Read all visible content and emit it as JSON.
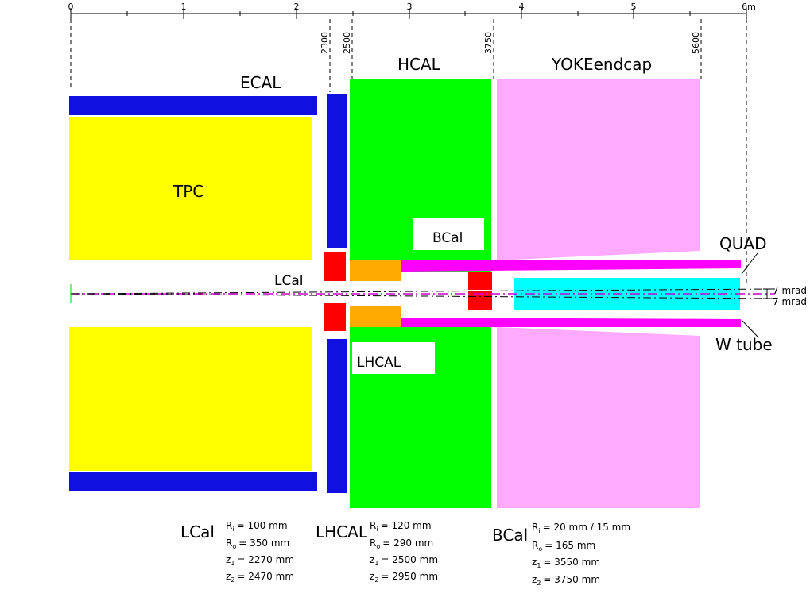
{
  "scale": {
    "ticks": [
      "0",
      "1",
      "2",
      "3",
      "4",
      "5",
      "6m"
    ],
    "markers": [
      "2300",
      "2500",
      "3750",
      "5600"
    ]
  },
  "labels": {
    "ecal": "ECAL",
    "hcal": "HCAL",
    "yoke": "YOKEendcap",
    "tpc": "TPC",
    "bcal": "BCal",
    "lcal": "LCal",
    "lhcal": "LHCAL",
    "quad": "QUAD",
    "wtube": "W tube",
    "mrad_top": "7 mrad",
    "mrad_bottom": "7 mrad"
  },
  "specs": {
    "lcal": {
      "name": "LCal",
      "lines": [
        {
          "sym": "R",
          "sub": "i",
          "val": "= 100 mm"
        },
        {
          "sym": "R",
          "sub": "o",
          "val": "= 350 mm"
        },
        {
          "sym": "z",
          "sub": "1",
          "val": "= 2270 mm"
        },
        {
          "sym": "z",
          "sub": "2",
          "val": "= 2470 mm"
        }
      ]
    },
    "lhcal": {
      "name": "LHCAL",
      "lines": [
        {
          "sym": "R",
          "sub": "i",
          "val": "= 120 mm"
        },
        {
          "sym": "R",
          "sub": "o",
          "val": "= 290 mm"
        },
        {
          "sym": "z",
          "sub": "1",
          "val": "= 2500 mm"
        },
        {
          "sym": "z",
          "sub": "2",
          "val": "= 2950 mm"
        }
      ]
    },
    "bcal": {
      "name": "BCal",
      "lines": [
        {
          "sym": "R",
          "sub": "i",
          "val": "=  20 mm / 15 mm"
        },
        {
          "sym": "R",
          "sub": "o",
          "val": "= 165 mm"
        },
        {
          "sym": "z",
          "sub": "1",
          "val": "= 3550 mm"
        },
        {
          "sym": "z",
          "sub": "2",
          "val": "= 3750 mm"
        }
      ]
    }
  },
  "colors": {
    "ecal": "#1010e0",
    "tpc": "#ffff00",
    "hcal": "#00ff00",
    "yoke": "#ffaaff",
    "lcal": "#ff0000",
    "lhcal": "#ffaa00",
    "quad": "#00ffff",
    "wtube": "#ff00ff",
    "beamline": "#cc00cc"
  }
}
